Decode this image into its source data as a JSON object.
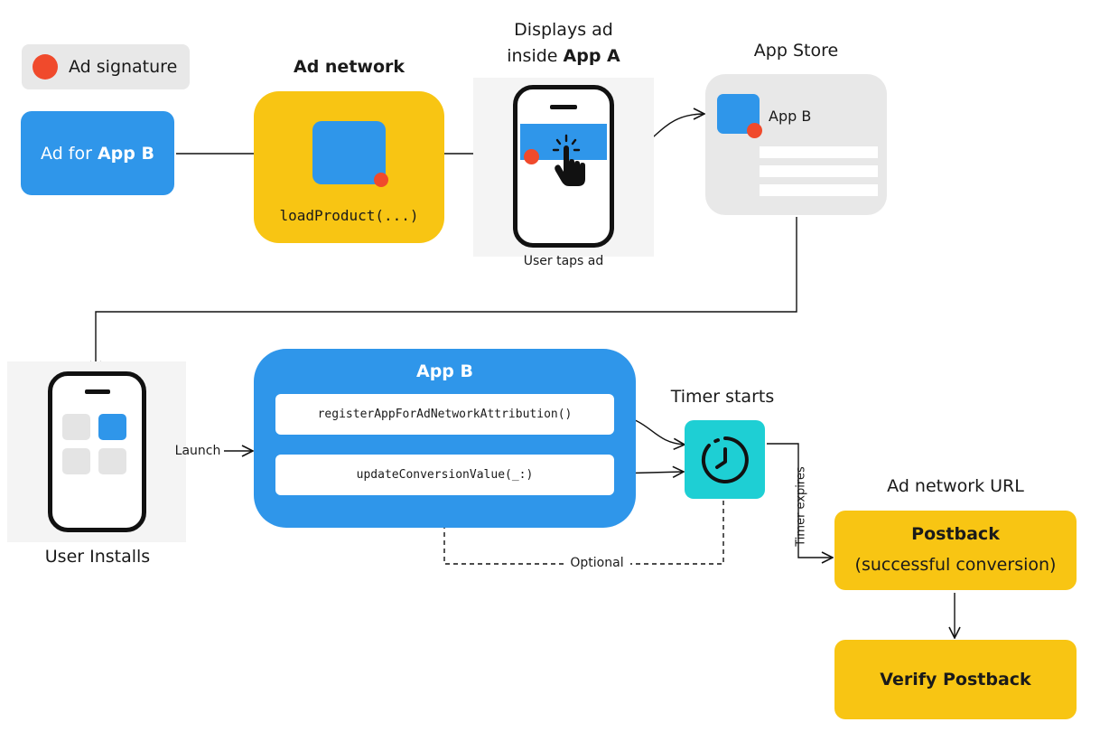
{
  "legend": {
    "label": "Ad signature"
  },
  "ad_card": {
    "prefix": "Ad for",
    "app": "App B"
  },
  "ad_network": {
    "title": "Ad network",
    "code": "loadProduct(...)"
  },
  "display": {
    "line1": "Displays ad",
    "line2_prefix": "inside",
    "line2_app": "App A",
    "caption": "User taps ad"
  },
  "app_store": {
    "title": "App Store",
    "app_name": "App B"
  },
  "install": {
    "caption": "User Installs",
    "launch": "Launch"
  },
  "app_b": {
    "title": "App B",
    "calls": [
      "registerAppForAdNetworkAttribution()",
      "updateConversionValue(_:)"
    ]
  },
  "timer": {
    "title": "Timer starts",
    "expires": "Timer expires",
    "optional": "Optional"
  },
  "postback": {
    "url_title": "Ad network URL",
    "title": "Postback",
    "subtitle": "(successful conversion)",
    "verify": "Verify Postback"
  },
  "colors": {
    "blue": "#2f96ea",
    "yellow": "#f8c513",
    "red": "#f04a2c",
    "teal": "#1ecfd4",
    "gray": "#e8e8e8"
  },
  "icons": [
    "tap-hand-icon",
    "clock-icon"
  ]
}
